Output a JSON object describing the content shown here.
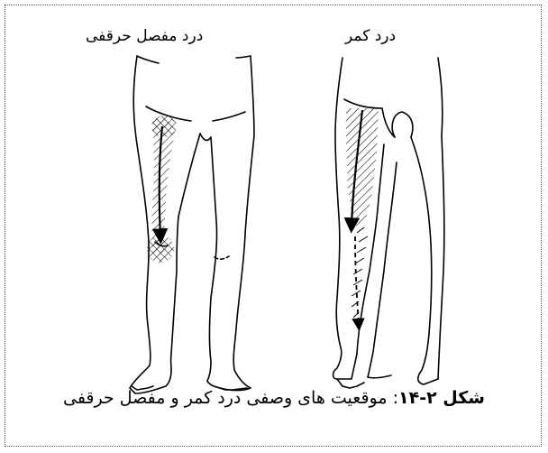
{
  "labels": {
    "hip_pain": "درد مفصل حرقفی",
    "back_pain": "درد کمر"
  },
  "caption": {
    "figure_label": "شکل ۲-۱۴",
    "separator": ": ",
    "text": "موقعیت های وصفی درد کمر و مفصل حرقفی"
  },
  "icons": {
    "front_legs": "legs-front-view-illustration",
    "side_legs": "legs-side-view-illustration",
    "arrow": "down-arrow-icon"
  }
}
